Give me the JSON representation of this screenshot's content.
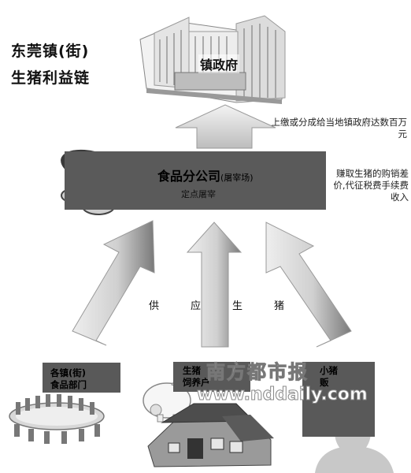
{
  "title": {
    "line1": "东莞镇(街)",
    "line2": "生猪利益链"
  },
  "government": {
    "label": "镇政府",
    "note": "上缴或分成给当地镇政府达数百万元"
  },
  "company": {
    "name": "食品分公司",
    "name_suffix": "(屠宰场)",
    "subtitle": "定点屠宰",
    "side_note": "赚取生猪的购销差价,代征税费手续费收入"
  },
  "supply_label": [
    "供",
    "应",
    "生",
    "猪"
  ],
  "sources": [
    {
      "label": "各镇(街)\n食品部门"
    },
    {
      "label": "生猪\n饲养户"
    },
    {
      "label": "小猪\n贩"
    }
  ],
  "watermark": {
    "brand": "南方都市报",
    "url": "www.nddaily.com"
  },
  "colors": {
    "box": "#5a5a5a",
    "arrow_light": "#d9d9d9",
    "arrow_dark": "#8c8c8c"
  }
}
